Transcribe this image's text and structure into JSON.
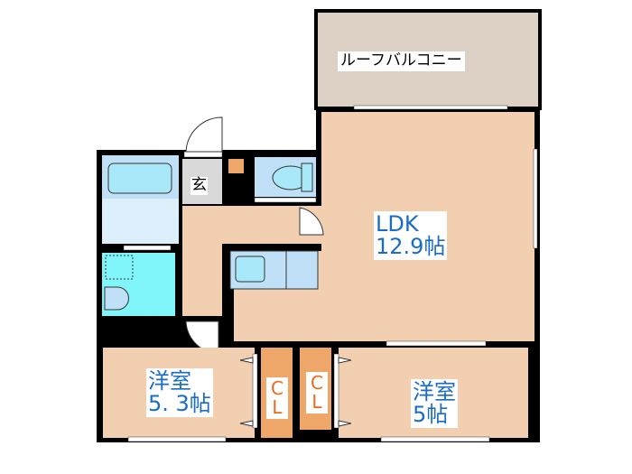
{
  "rooms": {
    "balcony": {
      "name": "ルーフバルコニー"
    },
    "entrance": {
      "name": "玄"
    },
    "ldk": {
      "name": "LDK",
      "size": "12.9帖"
    },
    "western1": {
      "name": "洋室",
      "size": "5. 3帖"
    },
    "western2": {
      "name": "洋室",
      "size": "5帖"
    },
    "closet1": {
      "c": "C",
      "l": "L"
    },
    "closet2": {
      "c": "C",
      "l": "L"
    }
  },
  "colors": {
    "floor": "#f3cfb1",
    "wall": "#000000",
    "bath": "#bfe0f6",
    "wash": "#80f6fb",
    "closet": "#eea768",
    "balcony": "#ddd0c4",
    "text": "#1a6cc4",
    "closet_text": "#e8691c"
  }
}
